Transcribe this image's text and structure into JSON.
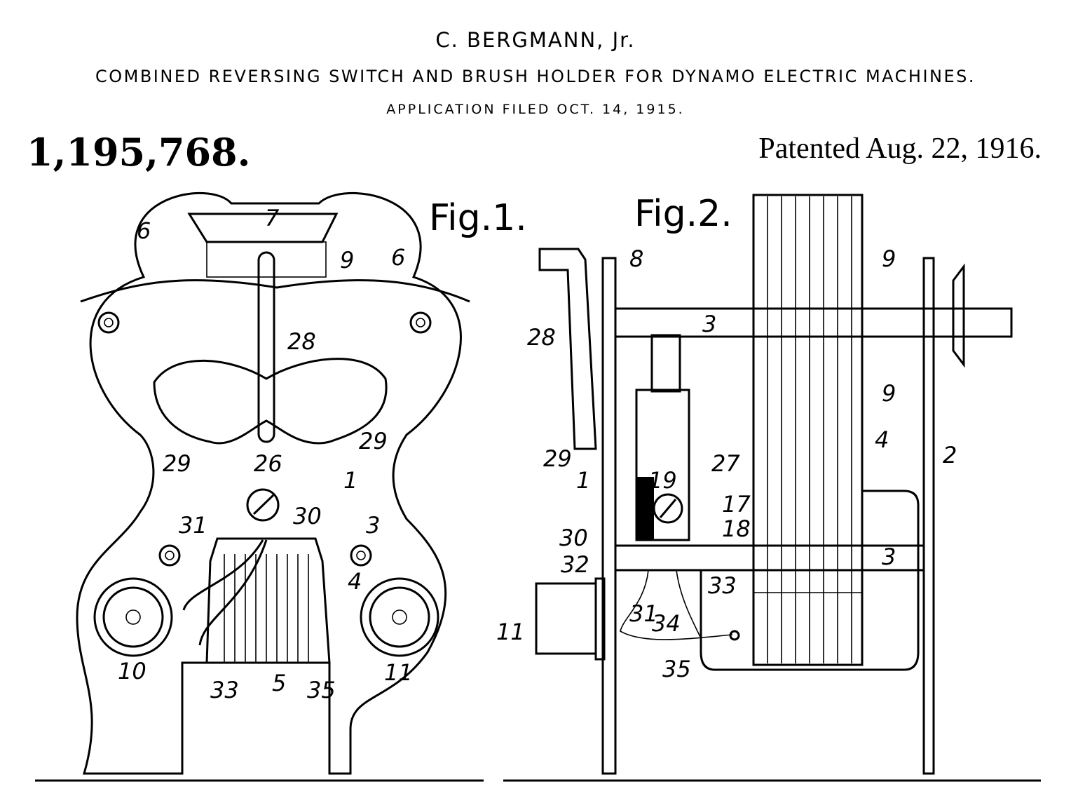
{
  "header": {
    "inventor": "C. BERGMANN, Jr.",
    "title": "COMBINED REVERSING SWITCH AND BRUSH HOLDER FOR DYNAMO ELECTRIC MACHINES.",
    "filed": "APPLICATION FILED OCT. 14, 1915.",
    "patent_number": "1,195,768.",
    "patented": "Patented Aug. 22, 1916."
  },
  "fig1": {
    "title": "Fig.1.",
    "labels": [
      "6",
      "7",
      "9",
      "6",
      "28",
      "29",
      "26",
      "29",
      "1",
      "30",
      "31",
      "3",
      "4",
      "10",
      "33",
      "5",
      "35",
      "11"
    ]
  },
  "fig2": {
    "title": "Fig.2.",
    "labels": [
      "8",
      "9",
      "3",
      "28",
      "9",
      "4",
      "2",
      "29",
      "27",
      "1",
      "19",
      "17",
      "30",
      "18",
      "32",
      "3",
      "33",
      "31",
      "34",
      "11",
      "35"
    ]
  }
}
